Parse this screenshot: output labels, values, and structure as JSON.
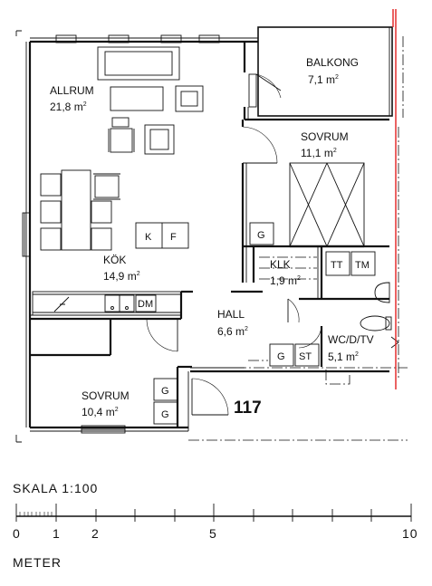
{
  "apartment_number": "117",
  "area_unit": "m",
  "area_exponent": "2",
  "rooms": {
    "allrum": {
      "name": "ALLRUM",
      "area": "21,8"
    },
    "balkong": {
      "name": "BALKONG",
      "area": "7,1"
    },
    "sovrum_large": {
      "name": "SOVRUM",
      "area": "11,1"
    },
    "kok": {
      "name": "KÖK",
      "area": "14,9"
    },
    "klk": {
      "name": "KLK",
      "area": "1,9"
    },
    "hall": {
      "name": "HALL",
      "area": "6,6"
    },
    "wc": {
      "name": "WC/D/TV",
      "area": "5,1"
    },
    "sovrum_small": {
      "name": "SOVRUM",
      "area": "10,4"
    }
  },
  "fixtures": {
    "kyl": "K",
    "frys": "F",
    "diskmaskin": "DM",
    "garderob": "G",
    "tt": "TT",
    "tm": "TM",
    "st": "ST"
  },
  "scale": {
    "label": "SKALA",
    "ratio": "1:100",
    "unit_label": "METER",
    "ticks": [
      "0",
      "1",
      "2",
      "5",
      "10"
    ]
  }
}
